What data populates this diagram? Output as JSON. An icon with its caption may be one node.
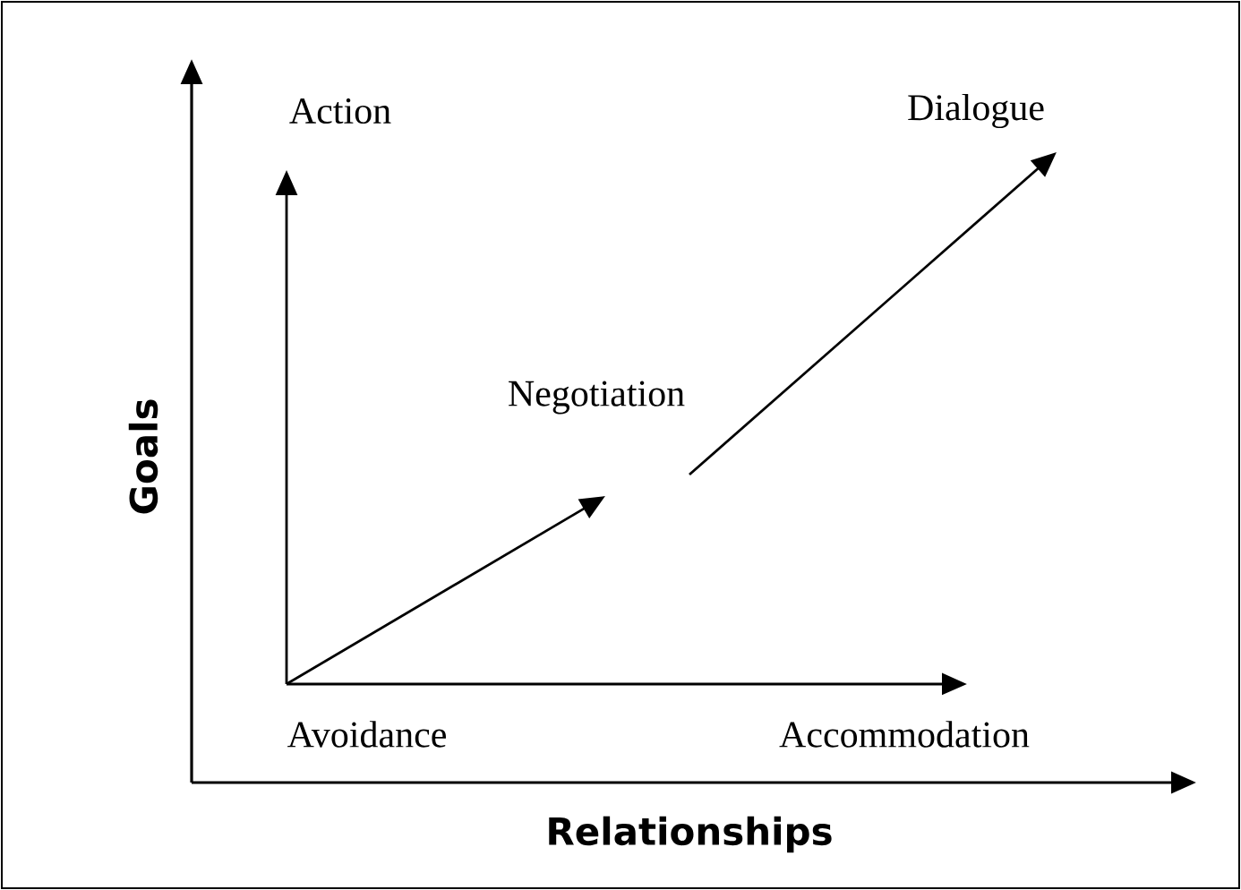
{
  "diagram": {
    "nodes": [
      {
        "text": [
          "Avoidance"
        ]
      },
      {
        "text": [
          "Action"
        ]
      },
      {
        "text": [
          "Negotiation"
        ]
      },
      {
        "text": [
          "Dialogue"
        ]
      },
      {
        "text": [
          "Accommodation"
        ]
      }
    ],
    "edges": [
      {
        "from": 0,
        "to": 1,
        "arrow": "to"
      },
      {
        "from": 0,
        "to": 4,
        "arrow": "to"
      },
      {
        "from": 0,
        "to": 2,
        "arrow": "to"
      },
      {
        "from": 2,
        "to": 3,
        "arrow": "to"
      }
    ],
    "labels": [
      "Goals",
      "Relationships"
    ]
  }
}
